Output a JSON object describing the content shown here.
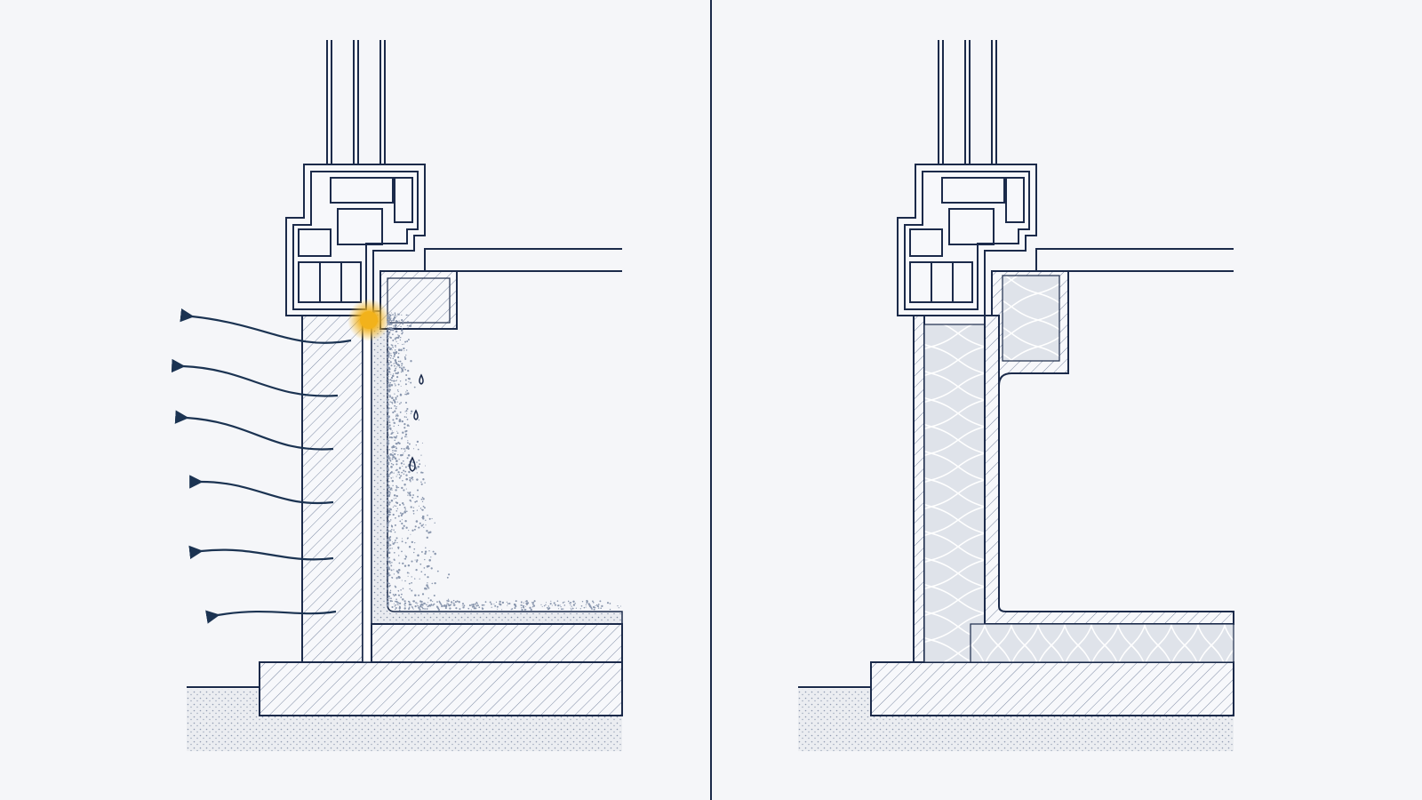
{
  "colors": {
    "background": "#f5f6f9",
    "line": "#1b2a4a",
    "hatch": "#7d8aa3",
    "arrow": "#1b3352",
    "hotspot": "#f2b21b",
    "insulation": "#dfe3ea",
    "soil": "#8a97ae"
  },
  "panels": [
    {
      "id": "uninsulated",
      "heat_loss_arrows": 6,
      "thermal_bridge_marker": true,
      "condensation_drops": 3,
      "insulation": false
    },
    {
      "id": "insulated",
      "heat_loss_arrows": 0,
      "thermal_bridge_marker": false,
      "condensation_drops": 0,
      "insulation": true
    }
  ]
}
